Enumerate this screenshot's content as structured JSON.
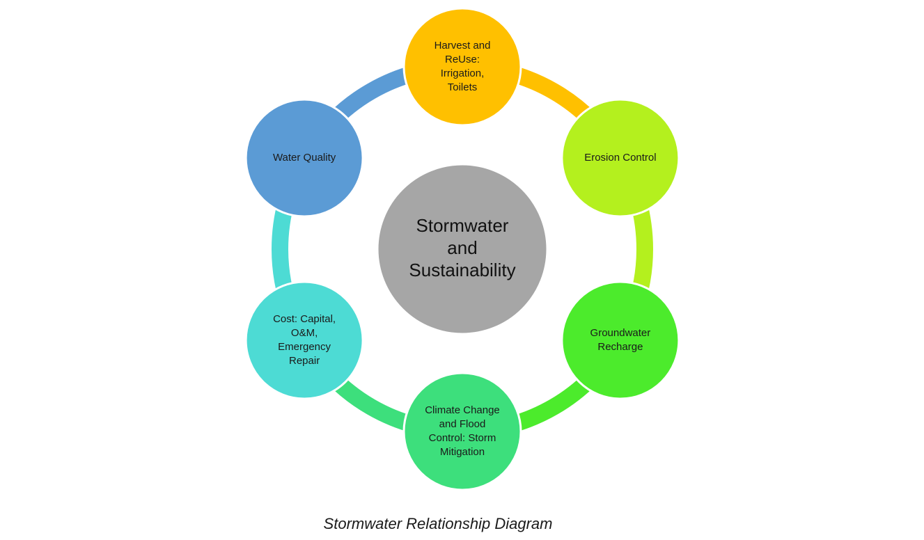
{
  "center": {
    "lines": [
      "Stormwater",
      "and",
      "Sustainability"
    ],
    "color": "#a6a6a6"
  },
  "nodes": [
    {
      "id": "harvest",
      "lines": [
        "Harvest and",
        "ReUse:",
        "Irrigation,",
        "Toilets"
      ],
      "color": "#ffc000"
    },
    {
      "id": "erosion",
      "lines": [
        "Erosion Control"
      ],
      "color": "#b4f01e"
    },
    {
      "id": "groundwater",
      "lines": [
        "Groundwater",
        "Recharge"
      ],
      "color": "#4ceb2c"
    },
    {
      "id": "climate",
      "lines": [
        "Climate Change",
        "and Flood",
        "Control: Storm",
        "Mitigation"
      ],
      "color": "#3ddf7c"
    },
    {
      "id": "cost",
      "lines": [
        "Cost: Capital,",
        "O&M,",
        "Emergency",
        "Repair"
      ],
      "color": "#4ddbd4"
    },
    {
      "id": "water-quality",
      "lines": [
        "Water Quality"
      ],
      "color": "#5b9bd5"
    }
  ],
  "caption": "Stormwater Relationship Diagram"
}
